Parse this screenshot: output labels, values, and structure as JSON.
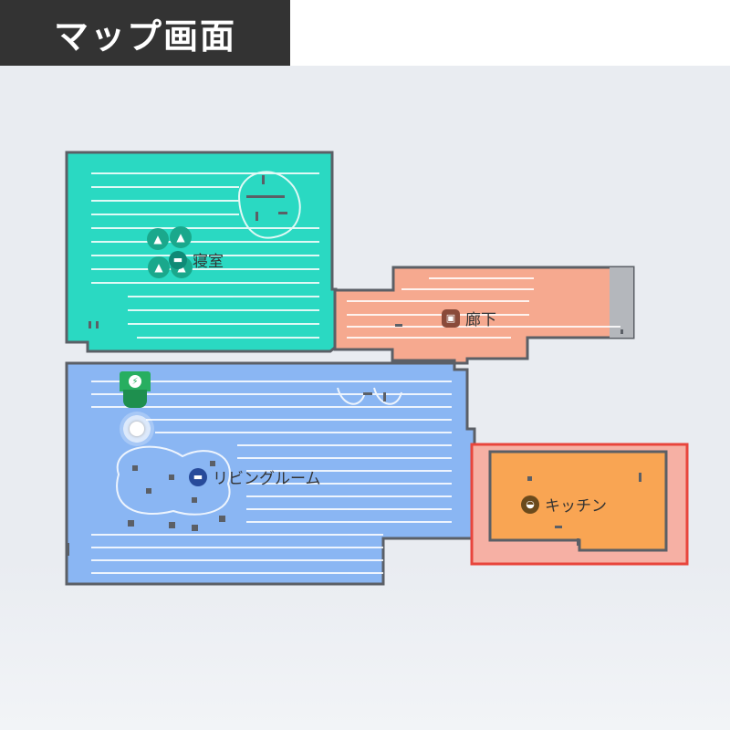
{
  "header": {
    "title": "マップ画面"
  },
  "rooms": {
    "bedroom": {
      "label": "寝室",
      "icon": "bed-icon",
      "color": "#2ad9c2",
      "icon_color": "#0f8a76"
    },
    "hallway": {
      "label": "廊下",
      "icon": "portrait-frame-icon",
      "color": "#f6a98f",
      "icon_color": "#8a4a3a"
    },
    "living": {
      "label": "リビングルーム",
      "icon": "sofa-icon",
      "color": "#8ab6f3",
      "icon_color": "#274a9a"
    },
    "kitchen": {
      "label": "キッチン",
      "icon": "pot-icon",
      "color": "#f9a553",
      "icon_color": "#6b4a1c",
      "selected": true,
      "selection_color": "#e8453c"
    }
  },
  "dock": {
    "icon": "charging-dock-icon",
    "color": "#27ae60"
  },
  "robot": {
    "icon": "robot-vacuum-icon"
  }
}
